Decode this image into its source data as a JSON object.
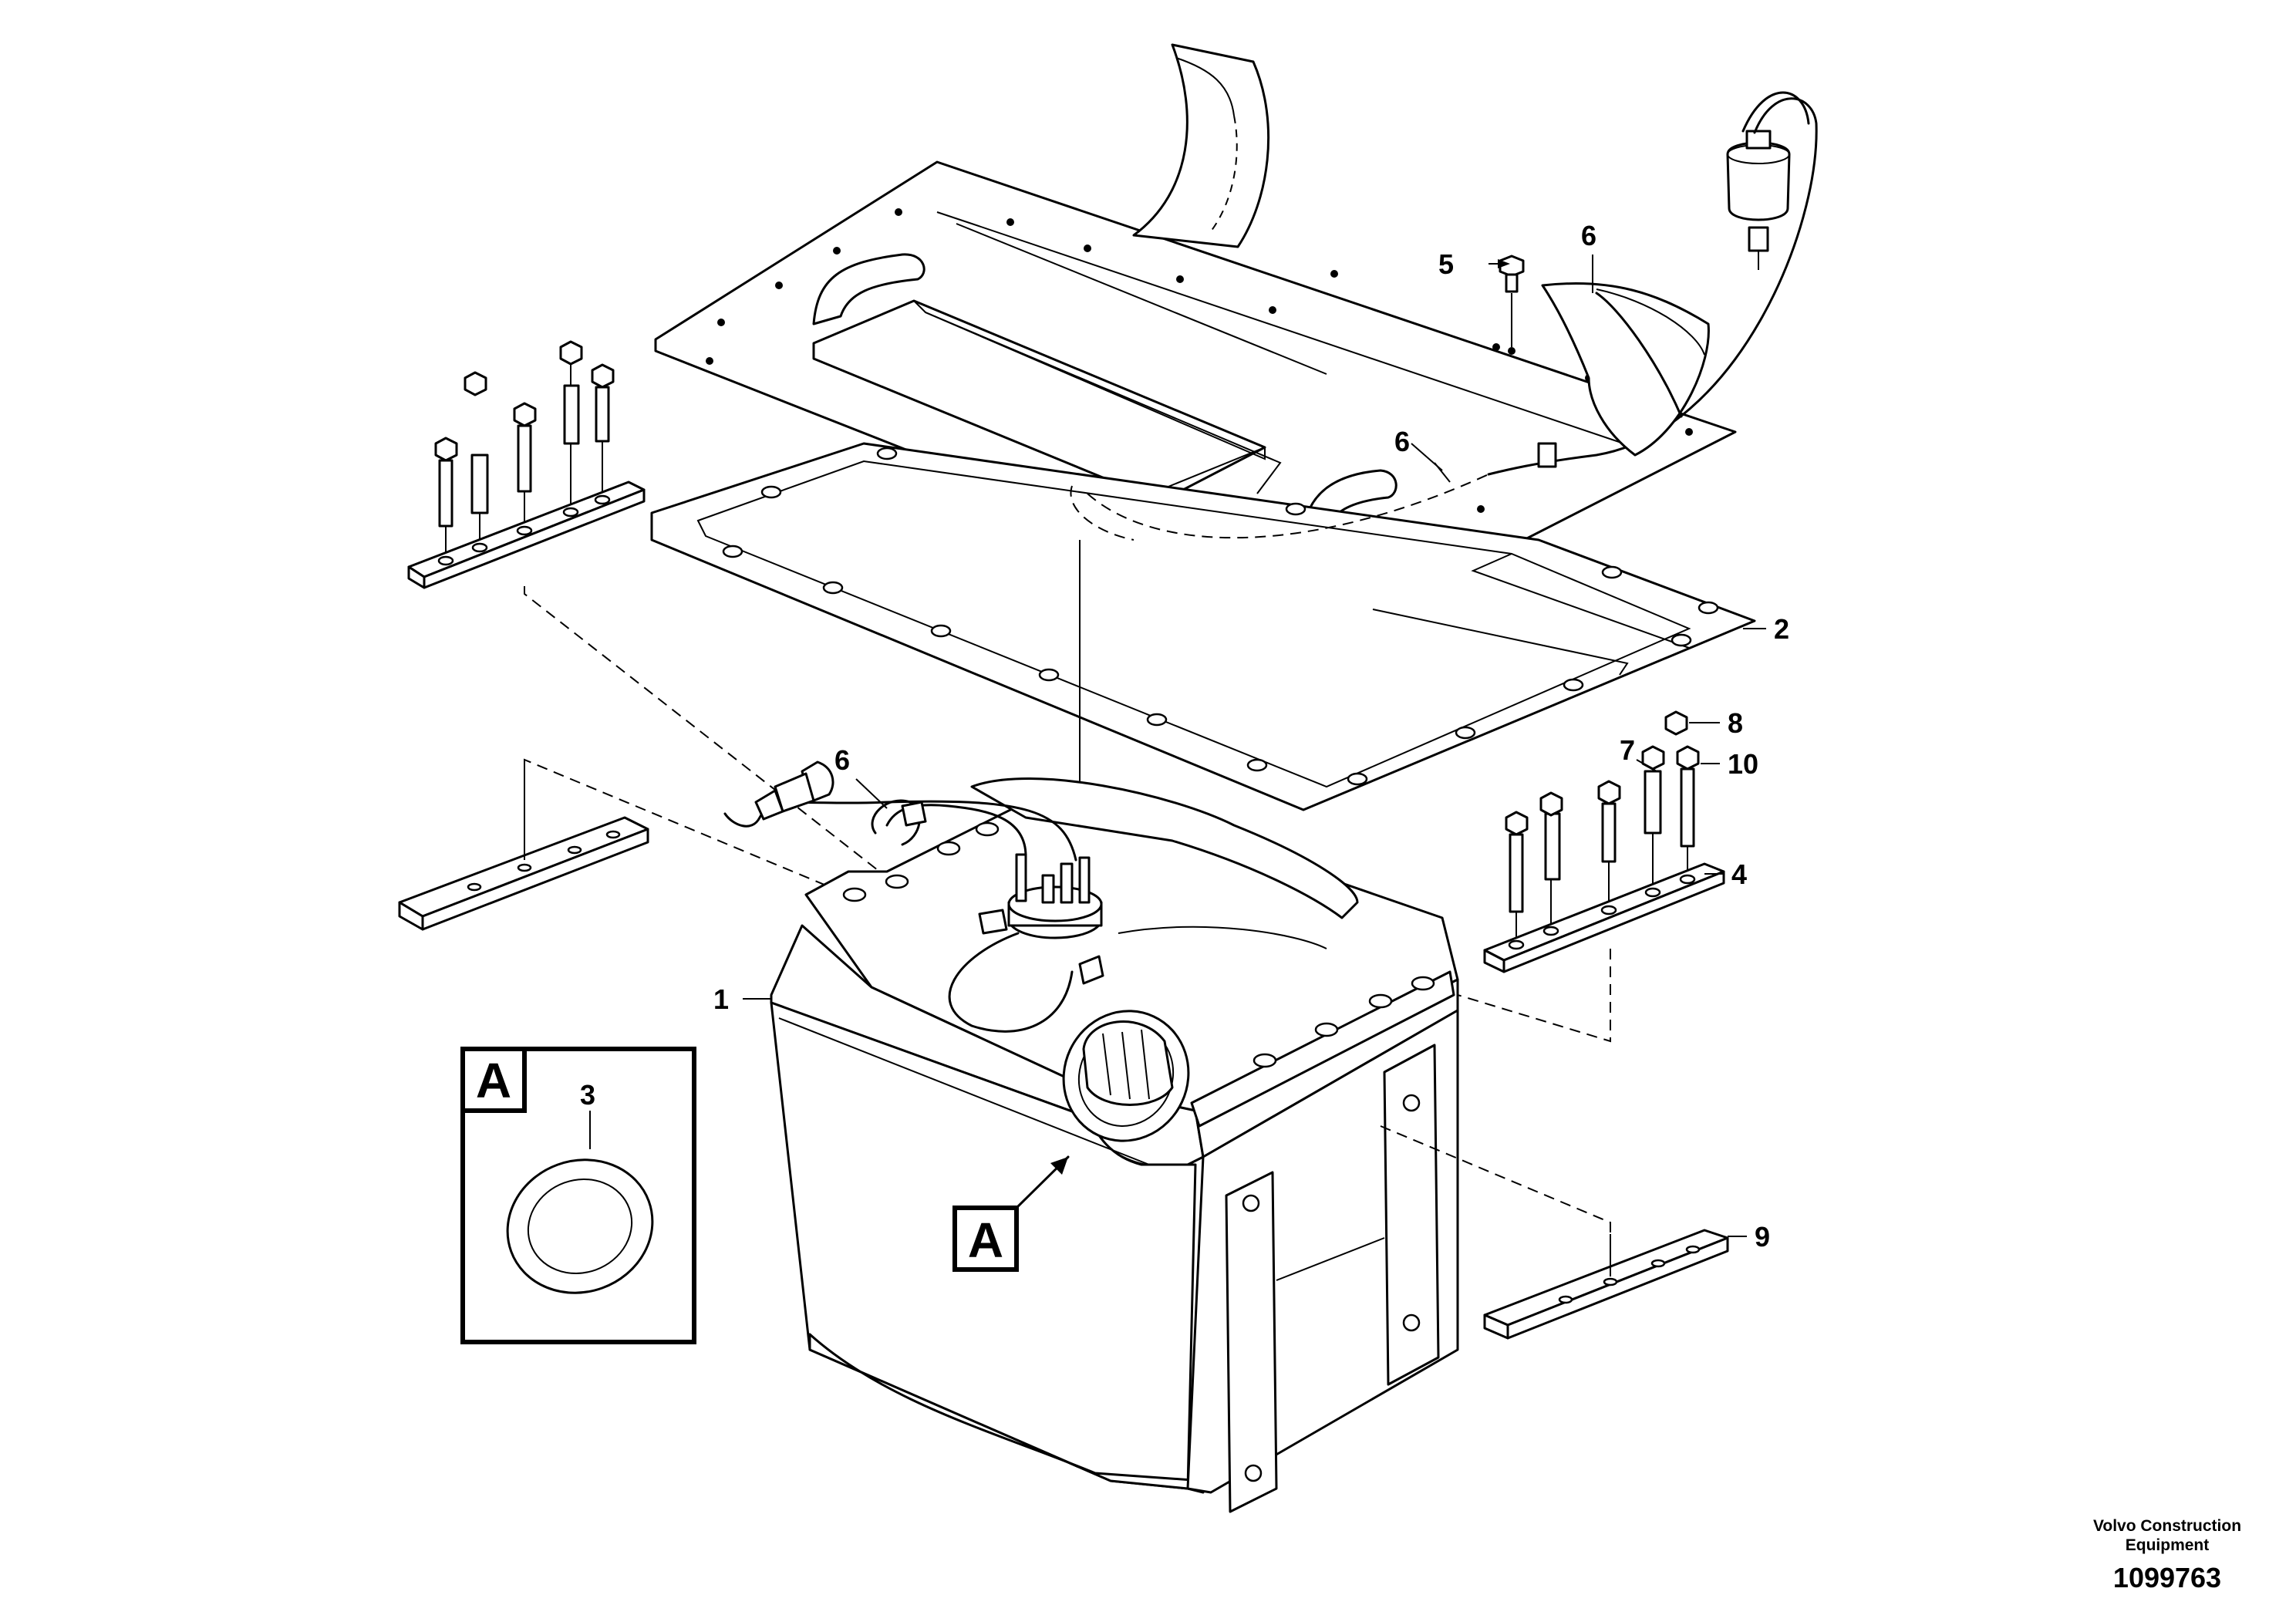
{
  "callouts": {
    "c1": "1",
    "c2": "2",
    "c3": "3",
    "c4": "4",
    "c5": "5",
    "c6a": "6",
    "c6b": "6",
    "c6c": "6",
    "c7": "7",
    "c8": "8",
    "c9": "9",
    "c10": "10"
  },
  "detail_refs": {
    "detail_box_label": "A",
    "pointer_label": "A"
  },
  "footer": {
    "company_line1": "Volvo Construction",
    "company_line2": "Equipment",
    "drawing_number": "1099763"
  }
}
